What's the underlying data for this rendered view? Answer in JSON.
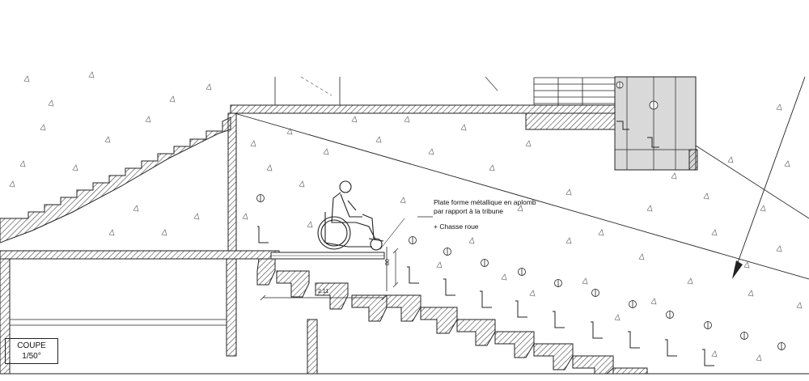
{
  "drawing": {
    "view_title": "COUPE",
    "scale": "1/50°",
    "annotations": {
      "platform_line1": "Plate forme métallique en aplomb",
      "platform_line2": "par rapport à la tribune",
      "wheel_stop": "+ Chasse roue"
    },
    "dimensions": {
      "width": "2.11",
      "height": "80"
    }
  },
  "colors": {
    "line": "#222222",
    "hatch": "#444444",
    "gray_fill": "#d9d9d9",
    "background": "#ffffff"
  }
}
